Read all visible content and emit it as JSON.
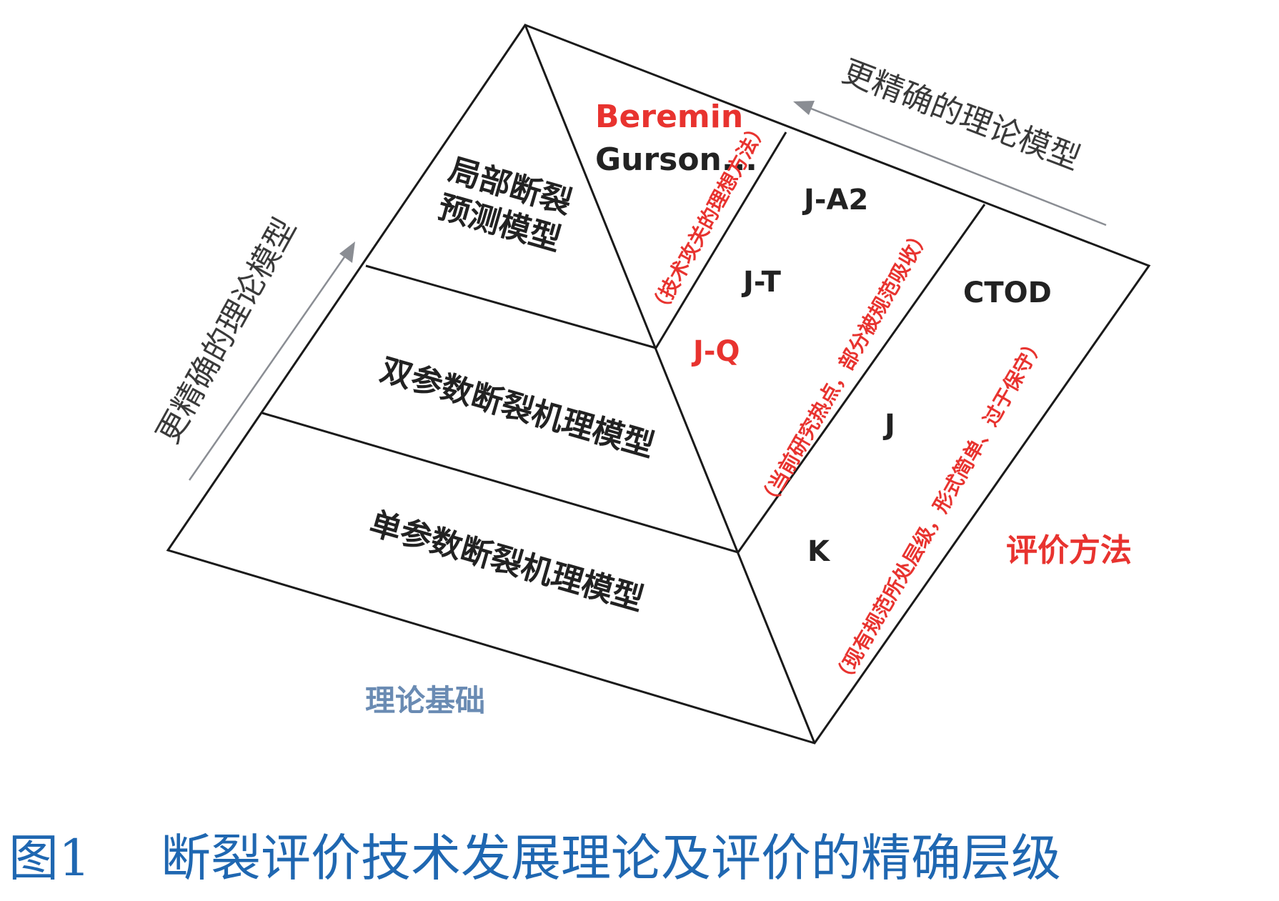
{
  "left_face": {
    "top_layer": [
      "局部断裂",
      "预测模型"
    ],
    "middle_layer": "双参数断裂机理模型",
    "bottom_layer": "单参数断裂机理模型",
    "arrow_label": "更精确的理论模型",
    "base_label": "理论基础"
  },
  "right_face": {
    "arrow_label": "更精确的理论模型",
    "strip_1": {
      "red_item": "Beremin",
      "dark_item": "Gurson...",
      "note": "（技术攻关的理想方法）"
    },
    "strip_2": {
      "items": [
        "J-A2",
        "J-T"
      ],
      "red_item": "J-Q",
      "note": "（当前研究热点，部分被规范吸收）"
    },
    "strip_3": {
      "items": [
        "CTOD",
        "J",
        "K"
      ],
      "note": "（现有规范所处层级，形式简单、过于保守）"
    },
    "side_label": "评价方法"
  },
  "caption": {
    "figure_no": "图1",
    "title": "断裂评价技术发展理论及评价的精确层级"
  },
  "colors": {
    "accent_red": "#e8332f",
    "arrow_grey": "#8a8d93",
    "base_blue": "#6a8bb3",
    "caption_blue": "#1f67b1",
    "outline": "#1a1a1a"
  }
}
